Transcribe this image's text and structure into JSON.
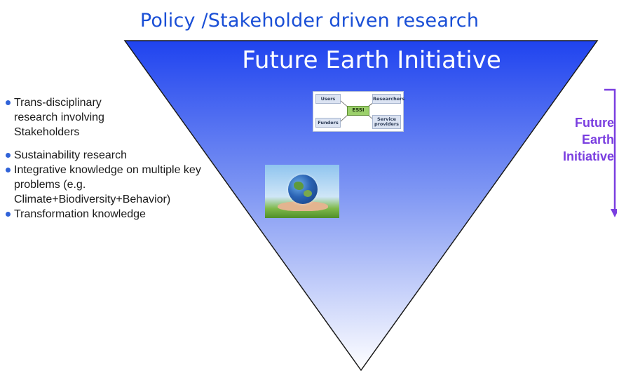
{
  "header": {
    "title": "Policy /Stakeholder  driven research"
  },
  "triangle": {
    "title": "Future Earth Initiative",
    "gradient_top": "#2246ee",
    "gradient_bottom": "#ffffff"
  },
  "essi_diagram": {
    "center": "ESSI",
    "nodes": [
      "Users",
      "Researchers",
      "Funders",
      "Service providers"
    ],
    "center_color": "#9bd06a",
    "node_color": "#dbe3f2"
  },
  "image": {
    "description_icon": "earth-in-hands-image"
  },
  "bullets": [
    "Trans-disciplinary research involving Stakeholders",
    "Sustainability research",
    "Integrative knowledge on multiple key problems (e.g. Climate+Biodiversity+Behavior)",
    "Transformation knowledge"
  ],
  "bracket": {
    "label_lines": [
      "Future",
      "Earth",
      "Initiative"
    ],
    "color": "#7a3ee0"
  },
  "colors": {
    "header_text": "#1a4fd6",
    "bullet_dot": "#2f62d8"
  }
}
